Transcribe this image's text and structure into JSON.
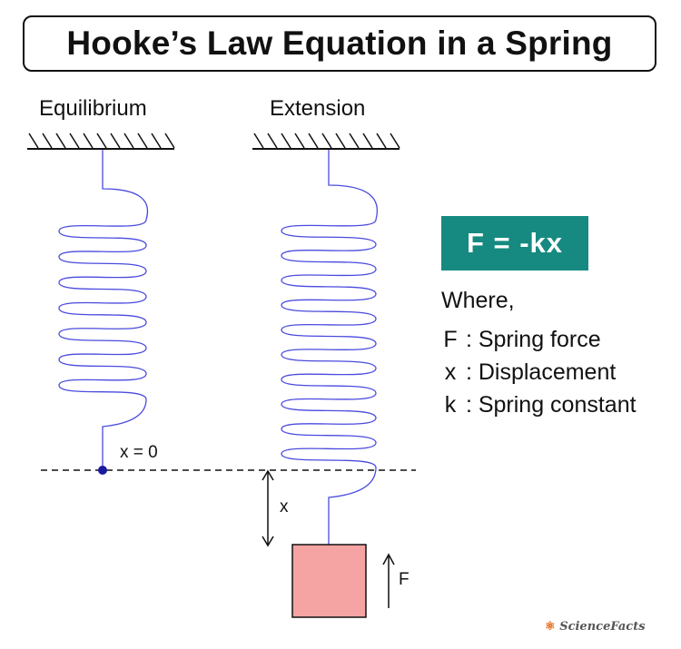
{
  "title": "Hooke’s Law Equation in a Spring",
  "labels": {
    "equilibrium": "Equilibrium",
    "extension": "Extension",
    "x_zero": "x = 0",
    "x": "x",
    "force": "F"
  },
  "formula": "F = -kx",
  "where": "Where,",
  "definitions": [
    {
      "symbol": "F",
      "text": ": Spring force"
    },
    {
      "symbol": "x",
      "text": ": Displacement"
    },
    {
      "symbol": "k",
      "text": ": Spring constant"
    }
  ],
  "logo": "ScienceFacts",
  "colors": {
    "spring": "#4a4adf",
    "formula_bg": "#168a80",
    "mass": "#f5a3a3"
  }
}
